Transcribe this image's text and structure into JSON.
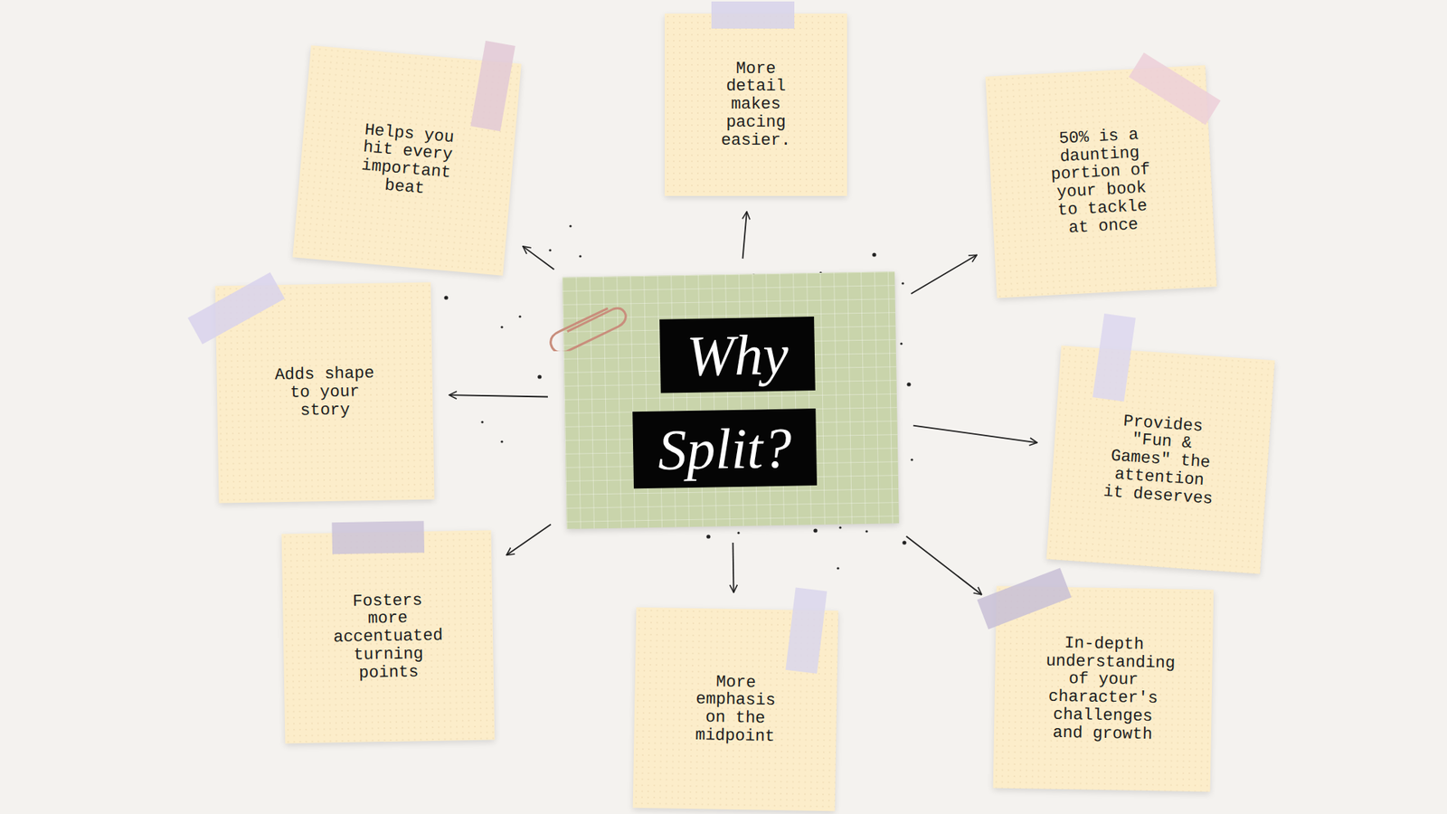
{
  "diagram": {
    "nodes": [
      {
        "text": [
          "Why",
          "Split?"
        ]
      },
      {
        "text": [
          "Helps you hit every important beat"
        ]
      },
      {
        "text": [
          "More detail makes pacing easier."
        ]
      },
      {
        "text": [
          "50% is a daunting portion of your book to tackle at once"
        ]
      },
      {
        "text": [
          "Adds shape to your story"
        ]
      },
      {
        "text": [
          "Provides \"Fun & Games\" the attention it deserves"
        ]
      },
      {
        "text": [
          "Fosters more accentuated turning points"
        ]
      },
      {
        "text": [
          "More emphasis on the midpoint"
        ]
      },
      {
        "text": [
          "In-depth understanding of your character's challenges and growth"
        ]
      }
    ],
    "edges": [
      {
        "from": 0,
        "to": 1,
        "arrow": "to"
      },
      {
        "from": 0,
        "to": 2,
        "arrow": "to"
      },
      {
        "from": 0,
        "to": 3,
        "arrow": "to"
      },
      {
        "from": 0,
        "to": 4,
        "arrow": "to"
      },
      {
        "from": 0,
        "to": 5,
        "arrow": "to"
      },
      {
        "from": 0,
        "to": 6,
        "arrow": "to"
      },
      {
        "from": 0,
        "to": 7,
        "arrow": "to"
      },
      {
        "from": 0,
        "to": 8,
        "arrow": "to"
      }
    ]
  }
}
